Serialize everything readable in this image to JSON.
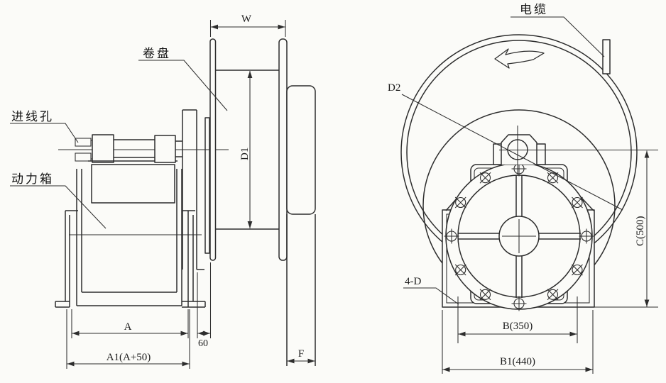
{
  "figure": {
    "left": {
      "reel_label": "卷盘",
      "cable_entry_label": "进线孔",
      "power_box_label": "动力箱",
      "dim_w": "W",
      "dim_d1": "D1",
      "dim_a": "A",
      "dim_a1": "A1(A+50)",
      "dim_gap": "60",
      "dim_f": "F"
    },
    "right": {
      "cable_label": "电缆",
      "dim_d2": "D2",
      "holes_label": "4-D",
      "dim_c": "C(500)",
      "dim_b": "B(350)",
      "dim_b1": "B1(440)"
    }
  }
}
